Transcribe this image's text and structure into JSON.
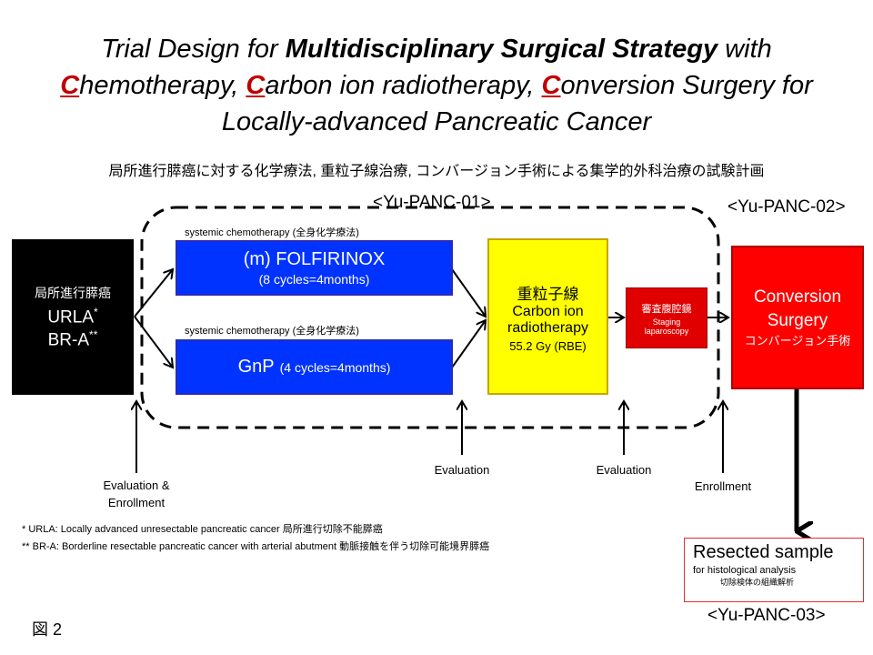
{
  "title": {
    "line1_pre": "Trial Design for ",
    "line1_bold": "Multidisciplinary Surgical Strategy",
    "line1_post": " with",
    "line2_c1": "C",
    "line2_t1": "hemotherapy, ",
    "line2_c2": "C",
    "line2_t2": "arbon ion radiotherapy, ",
    "line2_c3": "C",
    "line2_t3": "onversion Surgery for",
    "line3": "Locally-advanced Pancreatic Cancer"
  },
  "subtitle": "局所進行膵癌に対する化学療法, 重粒子線治療, コンバージョン手術による集学的外科治療の試験計画",
  "trials": {
    "panc01": "<Yu-PANC-01>",
    "panc02": "<Yu-PANC-02>",
    "panc03": "<Yu-PANC-03>"
  },
  "patient_box": {
    "jp": "局所進行膵癌",
    "urla": "URLA",
    "urla_sup": "*",
    "bra": "BR-A",
    "bra_sup": "**"
  },
  "chemo1": {
    "caption": "systemic chemotherapy",
    "caption_jp": "(全身化学療法)",
    "name": "(m) FOLFIRINOX",
    "detail": "(8 cycles=4months)"
  },
  "chemo2": {
    "caption": "systemic chemotherapy",
    "caption_jp": "(全身化学療法)",
    "name": "GnP",
    "detail": "(4 cycles=4months)"
  },
  "carbon": {
    "jp": "重粒子線",
    "line1": "Carbon ion",
    "line2": "radiotherapy",
    "dose": "55.2 Gy (RBE)"
  },
  "staging": {
    "jp": "審査腹腔鏡",
    "line1": "Staging",
    "line2": "laparoscopy"
  },
  "conversion": {
    "line1": "Conversion",
    "line2": "Surgery",
    "jp": "コンバージョン手術"
  },
  "resected": {
    "title": "Resected sample",
    "sub": "for histological analysis",
    "jp": "切除検体の組織解析"
  },
  "labels": {
    "eval_enroll_1": "Evaluation &",
    "eval_enroll_2": "Enrollment",
    "evaluation_1": "Evaluation",
    "evaluation_2": "Evaluation",
    "enrollment": "Enrollment"
  },
  "footnotes": {
    "note1": "* URLA: Locally advanced unresectable pancreatic cancer 局所進行切除不能膵癌",
    "note2": "** BR-A: Borderline resectable pancreatic cancer with arterial abutment 動脈接触を伴う切除可能境界膵癌"
  },
  "figure_label": "図 2",
  "colors": {
    "chemo_blue": "#0033ff",
    "carbon_yellow": "#ffff00",
    "conversion_red": "#ff0000",
    "accent_red": "#c00000"
  }
}
